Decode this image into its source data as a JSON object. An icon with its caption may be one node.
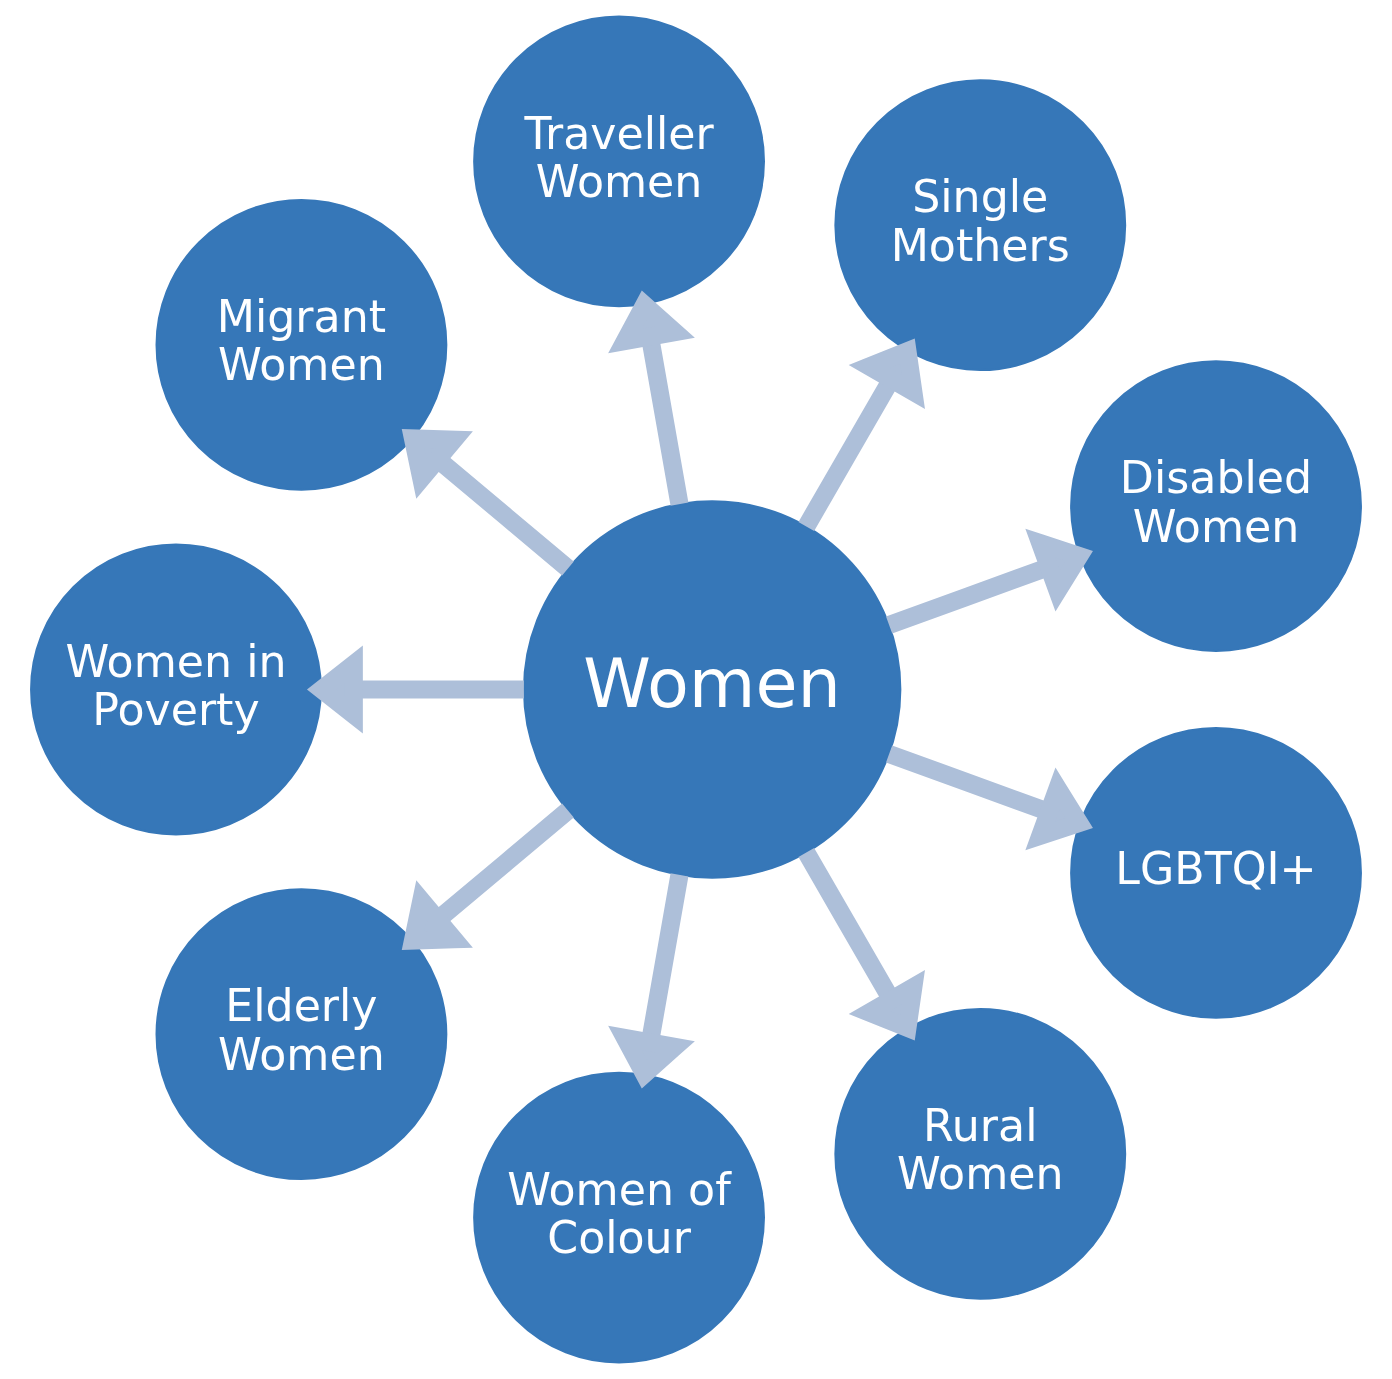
{
  "diagram": {
    "nodes": [
      {
        "text": [
          "Women"
        ]
      },
      {
        "text": [
          "Disabled Women"
        ]
      },
      {
        "text": [
          "Single Mothers"
        ]
      },
      {
        "text": [
          "Traveller Women"
        ]
      },
      {
        "text": [
          "Migrant Women"
        ]
      },
      {
        "text": [
          "Women in Poverty"
        ]
      },
      {
        "text": [
          "Elderly Women"
        ]
      },
      {
        "text": [
          "Women of Colour"
        ]
      },
      {
        "text": [
          "Rural Women"
        ]
      },
      {
        "text": [
          "LGBTQI+"
        ]
      }
    ],
    "edges": [
      {
        "from": 0,
        "to": 1,
        "arrow": "to"
      },
      {
        "from": 0,
        "to": 2,
        "arrow": "to"
      },
      {
        "from": 0,
        "to": 3,
        "arrow": "to"
      },
      {
        "from": 0,
        "to": 4,
        "arrow": "to"
      },
      {
        "from": 0,
        "to": 5,
        "arrow": "to"
      },
      {
        "from": 0,
        "to": 6,
        "arrow": "to"
      },
      {
        "from": 0,
        "to": 7,
        "arrow": "to"
      },
      {
        "from": 0,
        "to": 8,
        "arrow": "to"
      },
      {
        "from": 0,
        "to": 9,
        "arrow": "to"
      }
    ]
  }
}
